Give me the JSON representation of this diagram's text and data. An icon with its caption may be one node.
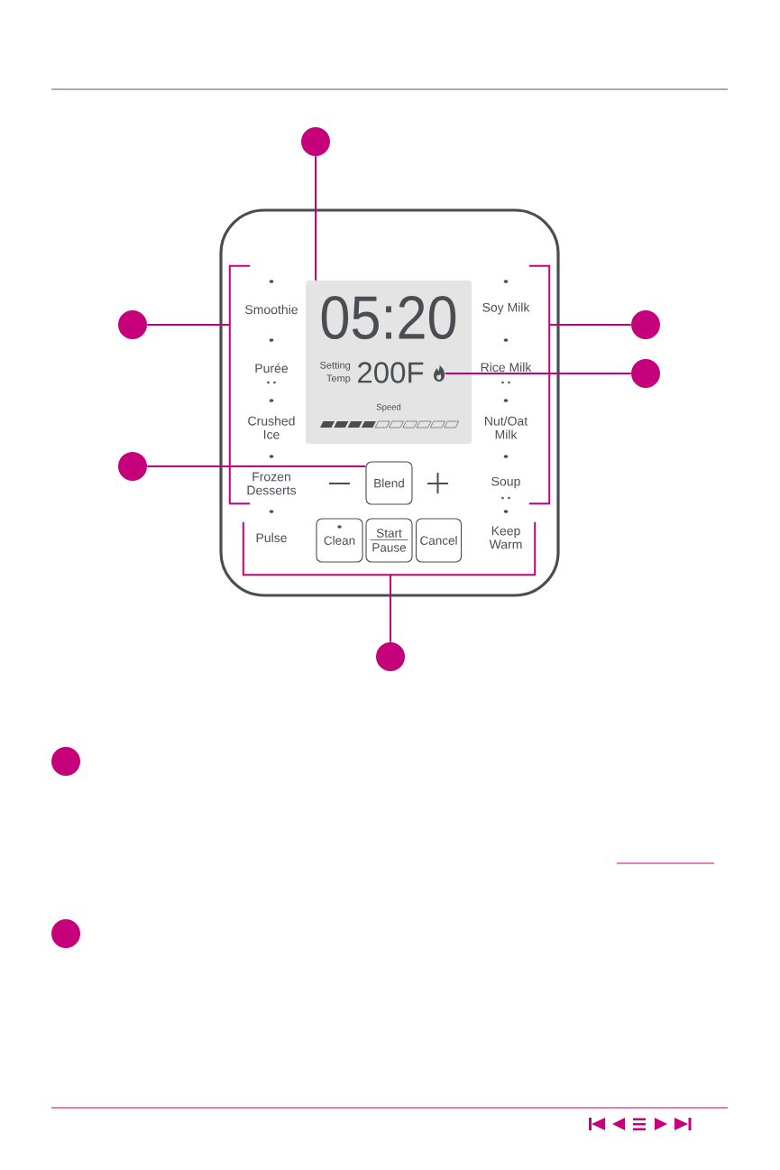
{
  "diagram": {
    "nodes": [
      {
        "text": [],
        "shape": "circle"
      },
      {
        "text": [],
        "shape": "box"
      },
      {
        "text": [],
        "shape": "bracket",
        "in": 1
      },
      {
        "text": [],
        "shape": "bracket",
        "in": 1
      },
      {
        "text": [
          "05:20",
          "Setting Temp",
          "200F",
          "Speed"
        ],
        "in": 1
      },
      {
        "text": [],
        "shape": "picture",
        "in": 4
      },
      {
        "text": [],
        "shape": "circle"
      },
      {
        "text": [],
        "shape": "circle"
      },
      {
        "text": [],
        "shape": "circle"
      },
      {
        "text": [],
        "shape": "circle"
      },
      {
        "text": [
          "Blend"
        ],
        "in": 1
      },
      {
        "text": [],
        "shape": "bracket",
        "in": 1
      },
      {
        "text": [
          "Clean"
        ],
        "in": 11
      },
      {
        "text": [
          "Start",
          "Pause"
        ],
        "in": 11
      },
      {
        "text": [
          "Cancel"
        ],
        "in": 11
      },
      {
        "text": [],
        "shape": "circle"
      },
      {
        "text": [],
        "shape": "circle"
      },
      {
        "text": [],
        "shape": "circle"
      }
    ],
    "edges": [
      {
        "from": 0,
        "to": 4,
        "arrow": "none"
      },
      {
        "from": 6,
        "to": 2,
        "arrow": "none"
      },
      {
        "from": 7,
        "to": 3,
        "arrow": "none"
      },
      {
        "from": 8,
        "to": 5,
        "arrow": "none"
      },
      {
        "from": 9,
        "to": 10,
        "arrow": "none"
      },
      {
        "from": 15,
        "to": 11,
        "arrow": "none"
      }
    ],
    "labels": [
      "Smoothie",
      "Soy Milk",
      "Purée",
      "Rice Milk",
      "Crushed Ice",
      "Nut/Oat Milk",
      "Frozen Desserts",
      "Soup",
      "Pulse",
      "Keep Warm"
    ]
  }
}
